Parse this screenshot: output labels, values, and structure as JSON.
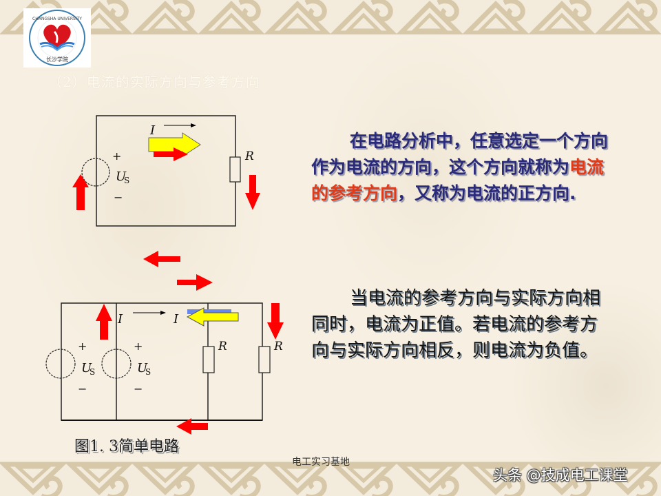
{
  "slide": {
    "logo": {
      "label": "CHANGSHA UNIVERSITY",
      "chinese": "长沙学院"
    },
    "title": "（2）电流的实际方向与参考方向",
    "paragraph1": {
      "indent": "",
      "line_a": "在电路分析中，任意选定一个方向作为电流的方向，这个方向就称为",
      "highlight": "电流的参考方向",
      "line_b": "，又称为电流的正方向."
    },
    "paragraph2": "当电流的参考方向与实际方向相同时，电流为正值。若电流的参考方向与实际方向相反，则电流为负值。",
    "figure_caption": "图1. 3简单电路",
    "footer": "电工实习基地",
    "watermark": "头条 @技成电工课堂",
    "colors": {
      "background": "#f7f0e2",
      "title": "#fffaf0",
      "paragraph1": "#2a2a7a",
      "highlight": "#e03c1a",
      "paragraph2": "#141414",
      "arrow_red": "#ff0000",
      "arrow_yellow": "#ffff00",
      "highlight_blue": "#6688ee"
    }
  },
  "circuit_top": {
    "current_label": "I",
    "source_label": "U",
    "source_sub": "S",
    "plus": "+",
    "minus": "−",
    "resistor_label": "R"
  },
  "circuit_bottom": {
    "current_label_1": "I",
    "current_label_2": "I",
    "source_label": "U",
    "source_sub": "S",
    "plus": "+",
    "minus": "−",
    "resistor_label": "R"
  }
}
